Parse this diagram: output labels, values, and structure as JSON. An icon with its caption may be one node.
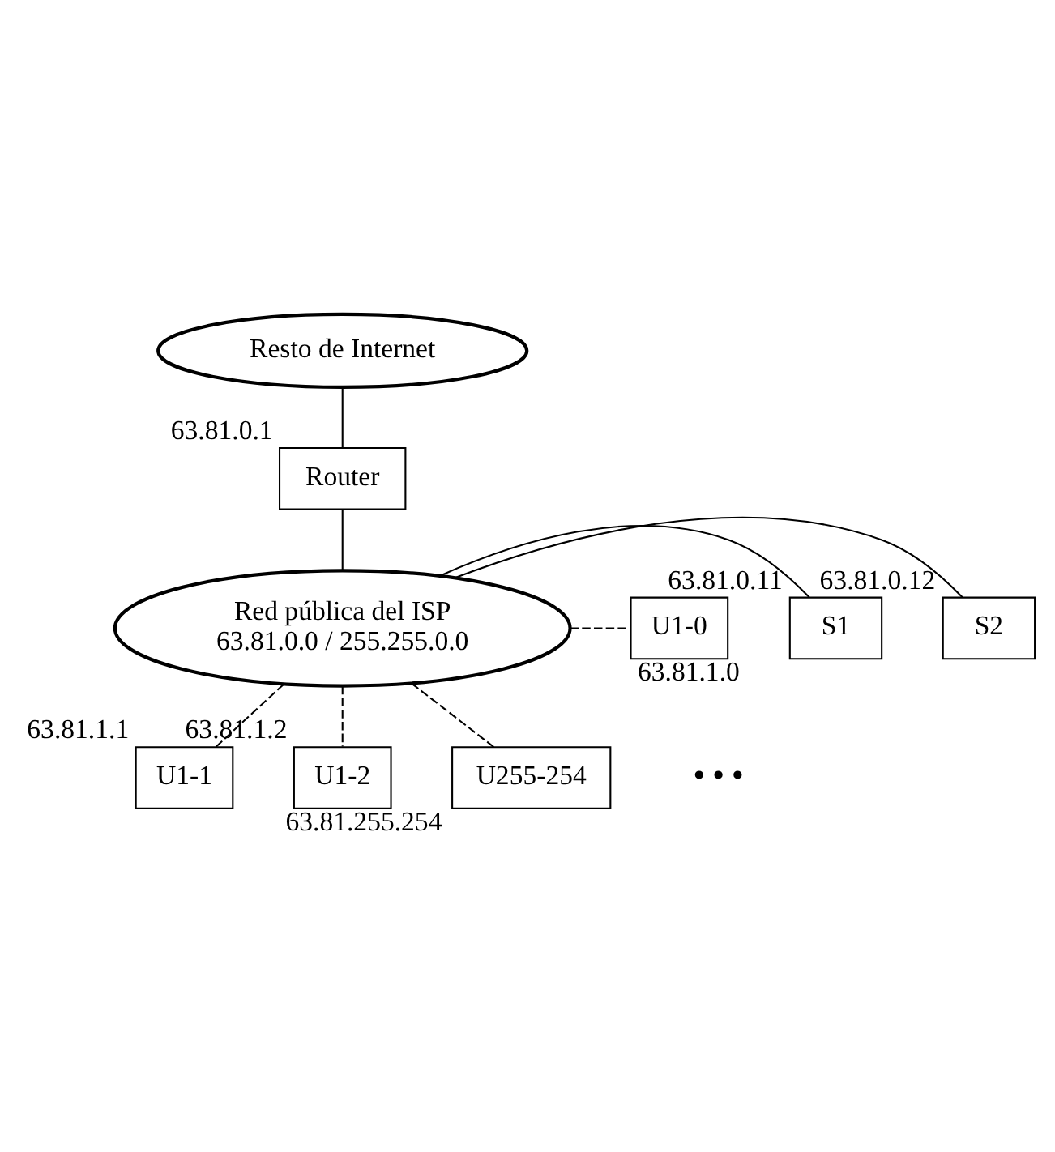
{
  "diagram": {
    "nodes": [
      {
        "text": [
          "Resto de Internet"
        ]
      },
      {
        "text": [
          "Router"
        ],
        "beside": [
          "63.81.0.1"
        ]
      },
      {
        "text": [
          "Red pública del ISP",
          "63.81.0.0 / 255.255.0.0"
        ]
      },
      {
        "text": [
          "S2"
        ],
        "beside": [
          "63.81.0.12"
        ]
      },
      {
        "text": [
          "S1"
        ],
        "beside": [
          "63.81.0.11"
        ]
      },
      {
        "text": [
          "U1-0"
        ],
        "beside": [
          "63.81.1.0"
        ]
      },
      {
        "text": [
          "U1-1"
        ],
        "beside": [
          "63.81.1.1"
        ]
      },
      {
        "text": [
          "U1-2"
        ],
        "beside": [
          "63.81.1.2"
        ]
      },
      {
        "text": [
          "U255-254"
        ],
        "beside": [
          "63.81.255.254"
        ]
      }
    ],
    "edges": [
      {
        "from": 0,
        "to": 1,
        "arrow": "none"
      },
      {
        "from": 1,
        "to": 2,
        "arrow": "none"
      },
      {
        "from": 2,
        "to": 3,
        "arrow": "none"
      },
      {
        "from": 2,
        "to": 4,
        "arrow": "none"
      },
      {
        "from": 2,
        "to": 5,
        "arrow": "none",
        "style": "dashed"
      },
      {
        "from": 2,
        "to": 6,
        "arrow": "none",
        "style": "dashed"
      },
      {
        "from": 2,
        "to": 7,
        "arrow": "none",
        "style": "dashed"
      },
      {
        "from": 2,
        "to": 8,
        "arrow": "none",
        "style": "dashed"
      }
    ],
    "labels": [
      "• • •"
    ]
  }
}
